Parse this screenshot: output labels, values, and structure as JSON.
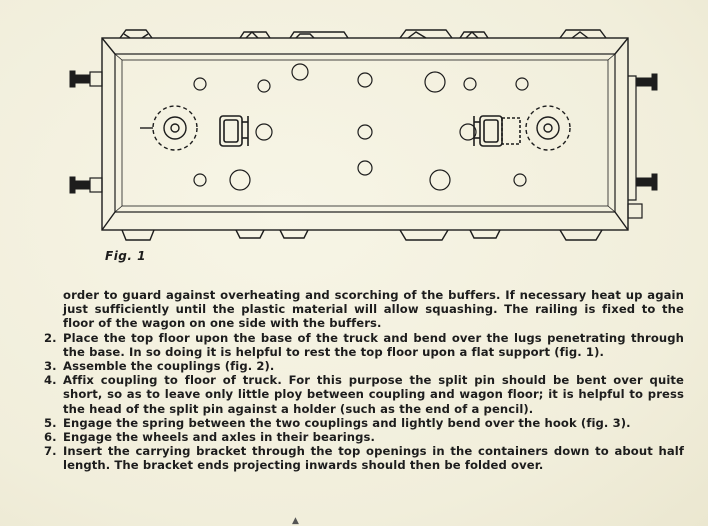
{
  "figure": {
    "caption": "Fig. 1"
  },
  "instructions": {
    "intro": "order to guard against overheating and scorching of the buffers. If necessary heat up again just sufficiently until the plastic material will allow squashing. The railing is fixed to the floor of the wagon on one side with the buffers.",
    "steps": [
      {
        "num": "2.",
        "text": "Place the top floor upon the base of the truck and bend over the lugs penetrating through the base. In so doing it is helpful to rest the top floor upon a flat support (fig. 1)."
      },
      {
        "num": "3.",
        "text": "Assemble the couplings (fig. 2)."
      },
      {
        "num": "4.",
        "text": "Affix coupling to floor of truck. For this purpose the split pin should be bent over quite short, so as to leave only little ploy between coupling and wagon floor; it is helpful to press the head of the split pin against a holder (such as the end of a pencil)."
      },
      {
        "num": "5.",
        "text": "Engage the spring between the two couplings and lightly bend over the hook (fig. 3)."
      },
      {
        "num": "6.",
        "text": "Engage the wheels and axles in their bearings."
      },
      {
        "num": "7.",
        "text": "Insert the carrying bracket through the top openings in the containers down to about half length. The bracket ends projecting inwards should then be folded over."
      }
    ]
  }
}
